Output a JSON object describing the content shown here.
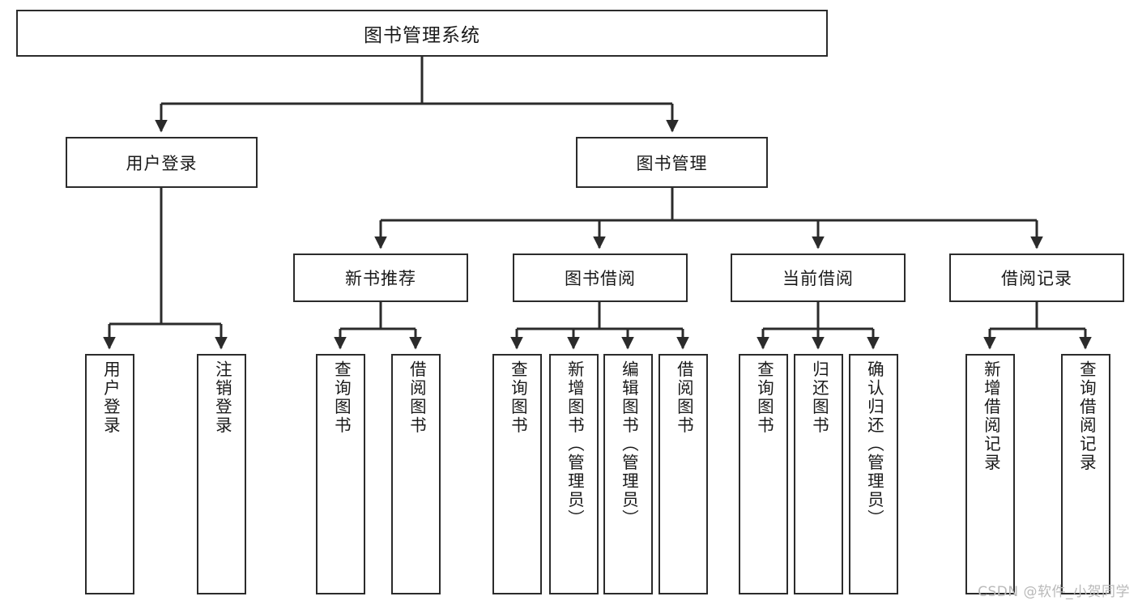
{
  "diagram": {
    "title": "图书管理系统",
    "watermark": "CSDN @软件_小贺同学",
    "colors": {
      "box_border": "#2b2b2b",
      "box_fill": "#ffffff",
      "edge": "#2b2b2b",
      "text": "#1a1a1a",
      "watermark": "#b9b9b9",
      "background": "#ffffff"
    },
    "nodes": {
      "root": {
        "label": "图书管理系统"
      },
      "user_login": {
        "label": "用户登录"
      },
      "book_manage": {
        "label": "图书管理"
      },
      "new_book_rec": {
        "label": "新书推荐"
      },
      "book_borrow": {
        "label": "图书借阅"
      },
      "current_borrow": {
        "label": "当前借阅"
      },
      "borrow_record": {
        "label": "借阅记录"
      },
      "leaf_user_login": {
        "label": "用户登录"
      },
      "leaf_user_logout": {
        "label": "注销登录"
      },
      "leaf_rec_query_book": {
        "label": "查询图书"
      },
      "leaf_rec_borrow_book": {
        "label": "借阅图书"
      },
      "leaf_borrow_query_book": {
        "label": "查询图书"
      },
      "leaf_add_book_admin": {
        "label": "新增图书（管理员）"
      },
      "leaf_edit_book_admin": {
        "label": "编辑图书（管理员）"
      },
      "leaf_borrow_book": {
        "label": "借阅图书"
      },
      "leaf_cur_query_book": {
        "label": "查询图书"
      },
      "leaf_return_book": {
        "label": "归还图书"
      },
      "leaf_confirm_return_admin": {
        "label": "确认归还（管理员）"
      },
      "leaf_add_borrow_record": {
        "label": "新增借阅记录"
      },
      "leaf_query_borrow_record": {
        "label": "查询借阅记录"
      }
    }
  }
}
